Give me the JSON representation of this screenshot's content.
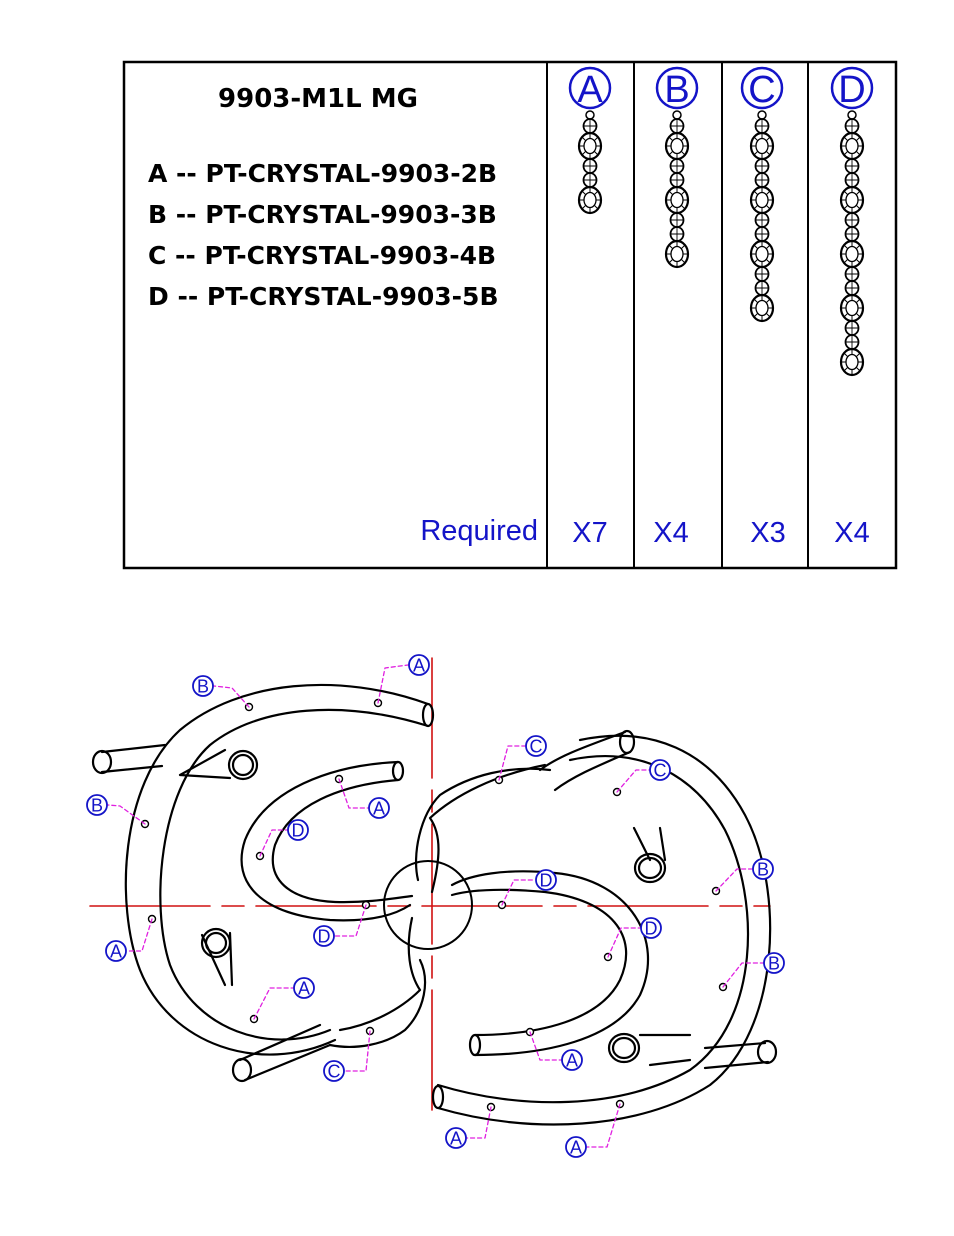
{
  "table": {
    "title": "9903-M1L MG",
    "lines": [
      "A -- PT-CRYSTAL-9903-2B",
      "B -- PT-CRYSTAL-9903-3B",
      "C -- PT-CRYSTAL-9903-4B",
      "D -- PT-CRYSTAL-9903-5B"
    ],
    "required_label": "Required",
    "columns": [
      {
        "letter": "A",
        "qty": "X7",
        "large_beads": 2
      },
      {
        "letter": "B",
        "qty": "X4",
        "large_beads": 3
      },
      {
        "letter": "C",
        "qty": "X3",
        "large_beads": 4
      },
      {
        "letter": "D",
        "qty": "X4",
        "large_beads": 5
      }
    ]
  },
  "callouts": [
    "B",
    "A",
    "B",
    "A",
    "D",
    "A",
    "D",
    "A",
    "C",
    "C",
    "C",
    "B",
    "D",
    "D",
    "B",
    "A",
    "A",
    "A"
  ],
  "colors": {
    "line": "#000000",
    "label": "#1414c8",
    "leader": "#e020e0",
    "center_line": "#d01010"
  }
}
